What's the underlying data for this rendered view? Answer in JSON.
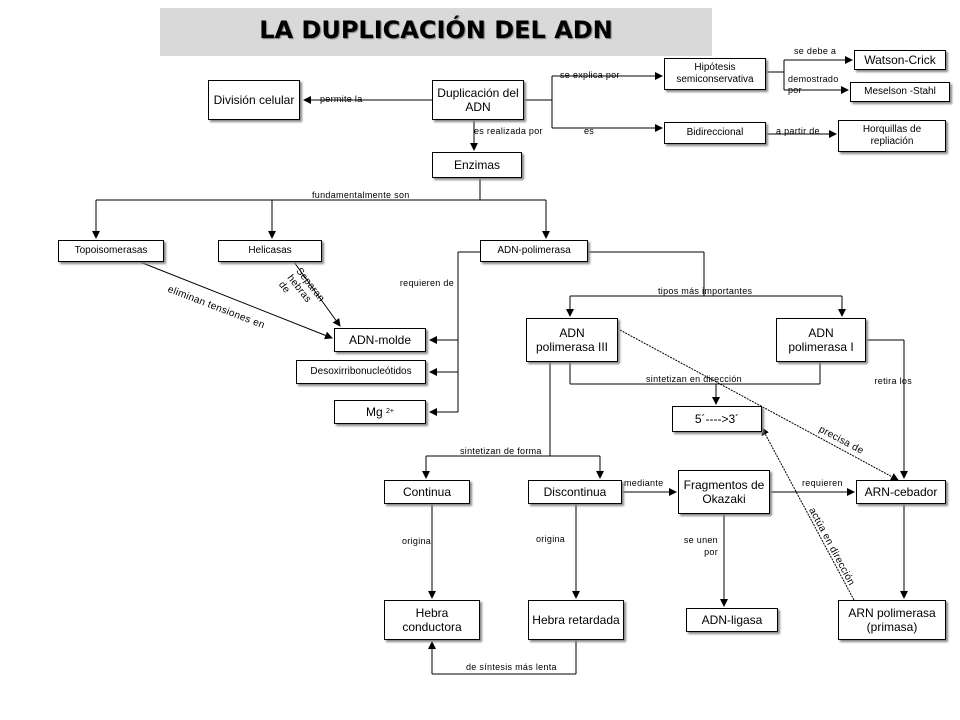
{
  "title": "LA DUPLICACIÓN DEL ADN",
  "nodes": {
    "division": "División celular",
    "duplicacion": "Duplicación del ADN",
    "hipotesis": "Hipótesis semiconservativa",
    "watson": "Watson-Crick",
    "meselson": "Meselson -Stahl",
    "bidireccional": "Bidireccional",
    "horquillas": "Horquillas de repliación",
    "enzimas": "Enzimas",
    "topoisomerasas": "Topoisomerasas",
    "helicasas": "Helicasas",
    "adn_polimerasa": "ADN-polimerasa",
    "adn_molde": "ADN-molde",
    "desoxi": "Desoxirribonucleótidos",
    "mg": "Mg",
    "mg_sup": "2+",
    "pol3": "ADN polimerasa III",
    "pol1": "ADN polimerasa I",
    "direccion": "5´---->3´",
    "continua": "Continua",
    "discontinua": "Discontinua",
    "okazaki": "Fragmentos de Okazaki",
    "arn_cebador": "ARN-cebador",
    "hebra_conductora": "Hebra conductora",
    "hebra_retardada": "Hebra retardada",
    "adn_ligasa": "ADN-ligasa",
    "arn_polimerasa": "ARN polimerasa (primasa)"
  },
  "labels": {
    "permite": "permite la",
    "se_explica": "se explica por",
    "se_debe": "se debe a",
    "demostrado": "demostrado por",
    "es1": "es",
    "a_partir": "a partir de",
    "es_realizada": "es realizada por",
    "fundamentalmente": "fundamentalmente son",
    "eliminan": "eliminan tensiones en",
    "separan": "Separan hebras de",
    "requieren_de": "requieren de",
    "tipos": "tipos más importantes",
    "sintetizan_dir": "sintetizan en dirección",
    "retira": "retira los",
    "precisa": "precisa de",
    "sintetizan_forma": "sintetizan de forma",
    "mediante": "mediante",
    "requieren": "requieren",
    "origina1": "origina",
    "origina2": "origina",
    "se_unen": "se unen por",
    "actua": "actúa en dirección",
    "de_sintesis": "de síntesis más lenta"
  },
  "colors": {
    "banner": "#d9d9d9",
    "line": "#000000"
  }
}
